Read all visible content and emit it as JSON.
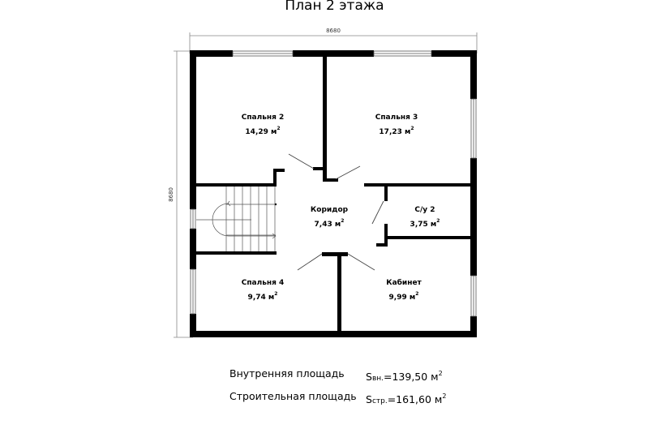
{
  "title": "План 2 этажа",
  "dimensions": {
    "width": "8680",
    "height": "8680"
  },
  "rooms": [
    {
      "name": "Спальня 2",
      "area": "14,29 м",
      "unit_power": "2"
    },
    {
      "name": "Спальня 3",
      "area": "17,23 м",
      "unit_power": "2"
    },
    {
      "name": "Коридор",
      "area": "7,43 м",
      "unit_power": "2"
    },
    {
      "name": "С/у 2",
      "area": "3,75 м",
      "unit_power": "2"
    },
    {
      "name": "Спальня 4",
      "area": "9,74 м",
      "unit_power": "2"
    },
    {
      "name": "Кабинет",
      "area": "9,99 м",
      "unit_power": "2"
    }
  ],
  "summary": [
    {
      "label": "Внутренняя площадь",
      "symbol": "S",
      "subscript": "вн.",
      "value": "=139,50 м",
      "unit_power": "2"
    },
    {
      "label": "Строительная площадь",
      "symbol": "S",
      "subscript": "стр.",
      "value": "=161,60 м",
      "unit_power": "2"
    }
  ]
}
